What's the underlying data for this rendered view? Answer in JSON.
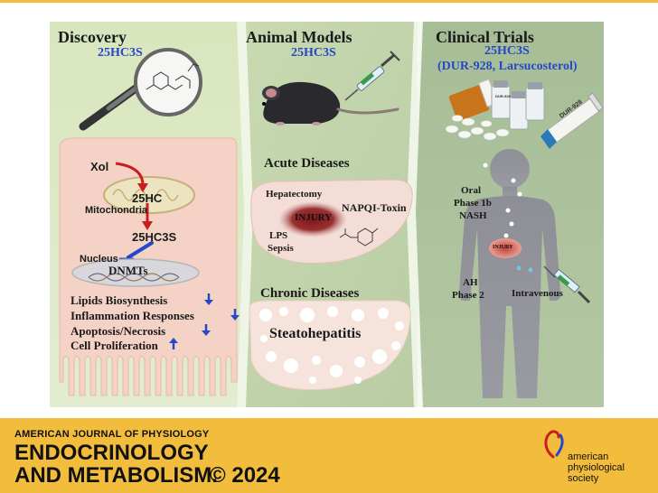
{
  "journal": {
    "line1": "AMERICAN JOURNAL OF PHYSIOLOGY",
    "line2": "ENDOCRINOLOGY",
    "line3": "AND METABOLISM.",
    "year": "© 2024",
    "publisher_line1": "american",
    "publisher_line2": "physiological",
    "publisher_line3": "society"
  },
  "discovery": {
    "title": "Discovery",
    "compound": "25HC3S",
    "xol": "Xol",
    "hc": "25HC",
    "mito": "Mitochondria",
    "hc3s": "25HC3S",
    "nucleus": "Nucleus",
    "dnmts": "DNMTs",
    "effects": [
      {
        "label": "Lipids Biosynthesis",
        "direction": "down"
      },
      {
        "label": "Inflammation Responses",
        "direction": "down"
      },
      {
        "label": "Apoptosis/Necrosis",
        "direction": "down"
      },
      {
        "label": "Cell Proliferation",
        "direction": "up"
      }
    ]
  },
  "animal": {
    "title": "Animal Models",
    "compound": "25HC3S",
    "acute": "Acute Diseases",
    "hepatectomy": "Hepatectomy",
    "napqi": "NAPQI-Toxin",
    "injury": "INJURY",
    "lps": "LPS",
    "sepsis": "Sepsis",
    "chronic": "Chronic Diseases",
    "steato": "Steatohepatitis"
  },
  "clinical": {
    "title": "Clinical Trials",
    "compound": "25HC3S",
    "names": "(DUR-928, Larsucosterol)",
    "oral": "Oral",
    "phase1b": "Phase 1b",
    "nash": "NASH",
    "injury": "INJURY",
    "ah": "AH",
    "phase2": "Phase 2",
    "iv": "Intravenous",
    "tube": "DUR-928",
    "vial": "DUR-928"
  },
  "colors": {
    "panel_light": "#dde8c4",
    "panel_mid": "#c8d9b0",
    "panel_dark": "#a8be98",
    "accent": "#f2bd3c",
    "blue": "#2448c8",
    "red": "#c81e1e"
  }
}
